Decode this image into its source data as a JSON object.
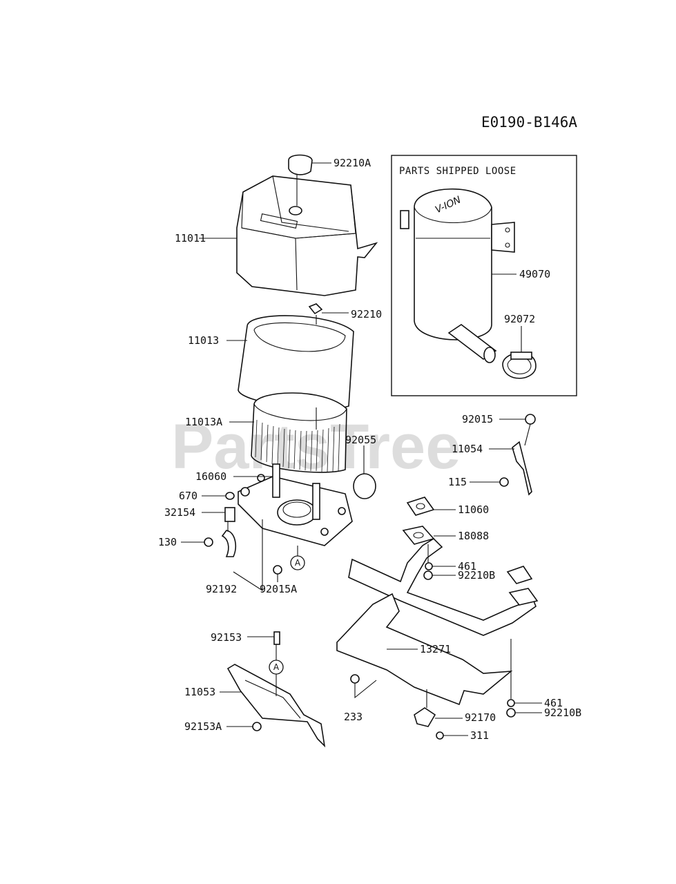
{
  "diagram": {
    "code": "E0190-B146A",
    "watermark": "PartsTree",
    "box_title": "PARTS SHIPPED LOOSE",
    "ref_marker": "A",
    "labels": {
      "p92210A": "92210A",
      "p11011": "11011",
      "p92210": "92210",
      "p11013": "11013",
      "p11013A": "11013A",
      "p92055": "92055",
      "p16060": "16060",
      "p670": "670",
      "p32154": "32154",
      "p130": "130",
      "p92192": "92192",
      "p92015A": "92015A",
      "p49070": "49070",
      "p92072": "92072",
      "p92015": "92015",
      "p11054": "11054",
      "p115": "115",
      "p11060": "11060",
      "p18088": "18088",
      "p461a": "461",
      "p92210Ba": "92210B",
      "p13271": "13271",
      "p92153": "92153",
      "p11053": "11053",
      "p92153A": "92153A",
      "p233": "233",
      "p92170": "92170",
      "p311": "311",
      "p461b": "461",
      "p92210Bb": "92210B"
    }
  }
}
